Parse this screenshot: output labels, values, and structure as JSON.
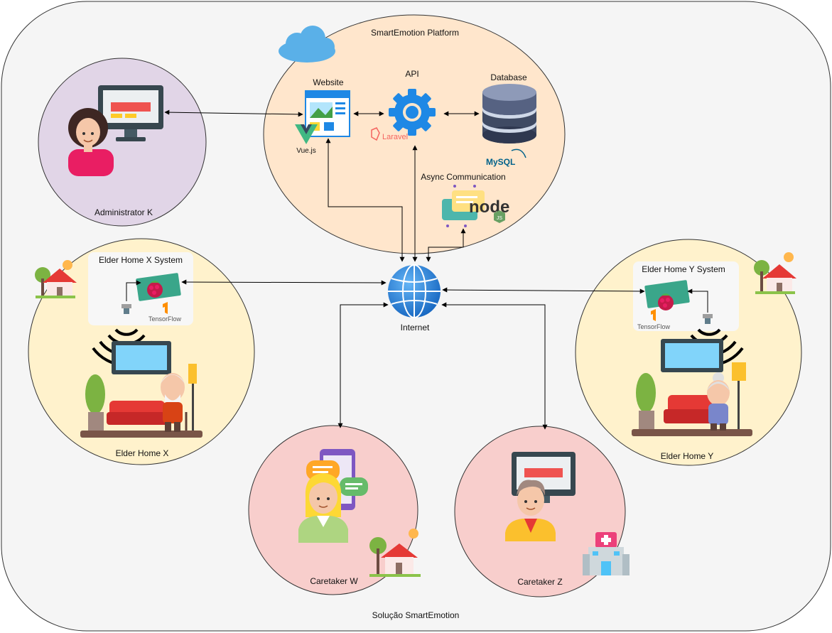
{
  "diagram": {
    "outer_label": "Solução SmartEmotion",
    "platform": {
      "title": "SmartEmotion Platform",
      "website_label": "Website",
      "api_label": "API",
      "database_label": "Database",
      "async_label": "Async Communication",
      "vue_logo": "Vue.js",
      "laravel_logo": "Laravel",
      "mysql_logo": "MySQL",
      "node_logo": "node",
      "node_sub": "JS"
    },
    "admin": {
      "label": "Administrator K"
    },
    "internet": {
      "label": "Internet"
    },
    "elder_x": {
      "system_label": "Elder Home X System",
      "home_label": "Elder Home X",
      "tf_logo": "TensorFlow"
    },
    "elder_y": {
      "system_label": "Elder Home Y System",
      "home_label": "Elder Home Y",
      "tf_logo": "TensorFlow"
    },
    "caretaker_w": {
      "label": "Caretaker W"
    },
    "caretaker_z": {
      "label": "Caretaker Z"
    }
  },
  "colors": {
    "outer_fill": "#f5f5f5",
    "platform_fill": "#ffe6cc",
    "admin_fill": "#e1d5e7",
    "elder_fill": "#fff2cc",
    "caretaker_fill": "#f8cecc",
    "accent_blue": "#1e88e5"
  }
}
